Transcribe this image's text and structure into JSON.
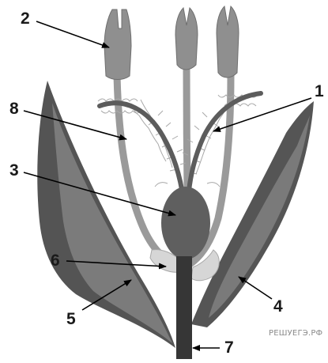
{
  "diagram": {
    "callouts": [
      {
        "id": "1",
        "label": "1"
      },
      {
        "id": "2",
        "label": "2"
      },
      {
        "id": "3",
        "label": "3"
      },
      {
        "id": "4",
        "label": "4"
      },
      {
        "id": "5",
        "label": "5"
      },
      {
        "id": "6",
        "label": "6"
      },
      {
        "id": "7",
        "label": "7"
      },
      {
        "id": "8",
        "label": "8"
      }
    ],
    "watermark": "РЕШУЕГЭ.РФ",
    "colors": {
      "anther": "#8f8f8f",
      "filament": "#9a9a9a",
      "feathery_stigma": "#5c5c5c",
      "stigma_hairs": "#a0a0a0",
      "ovary": "#5f5f5f",
      "lodicule": "#d8d8d8",
      "lemma_dark": "#555555",
      "lemma_light": "#7a7a7a",
      "stem": "#363636"
    }
  }
}
